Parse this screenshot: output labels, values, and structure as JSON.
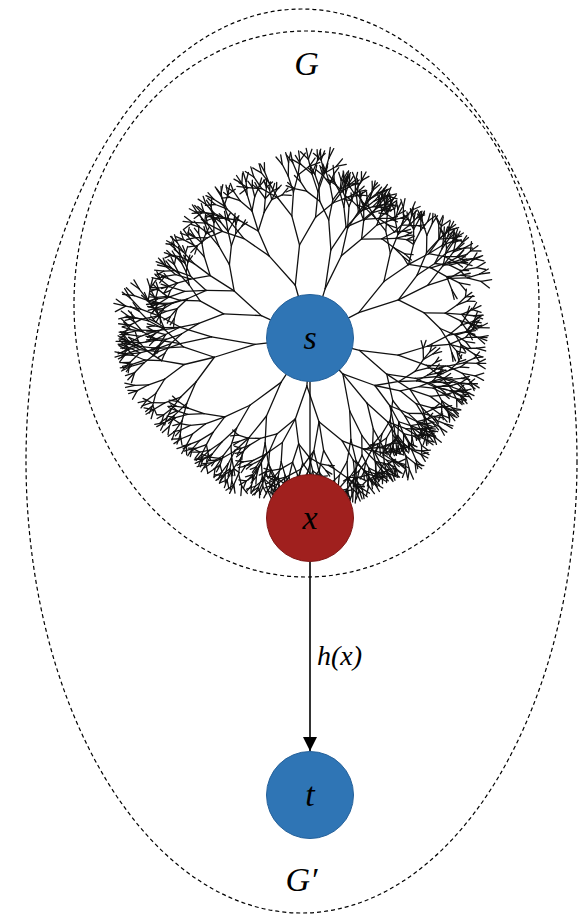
{
  "diagram": {
    "nodes": [
      {
        "text": [
          "G′"
        ]
      },
      {
        "text": [
          "G"
        ],
        "in": 0
      },
      {
        "text": [
          "s"
        ],
        "in": 1
      },
      {
        "text": [
          "x"
        ],
        "in": 1
      },
      {
        "text": [
          "t"
        ],
        "in": 0
      }
    ],
    "edges": [
      {
        "from": 2,
        "to": 3,
        "arrow": "none"
      },
      {
        "from": 3,
        "to": 4,
        "arrow": "to",
        "label": "h(x)"
      }
    ]
  }
}
